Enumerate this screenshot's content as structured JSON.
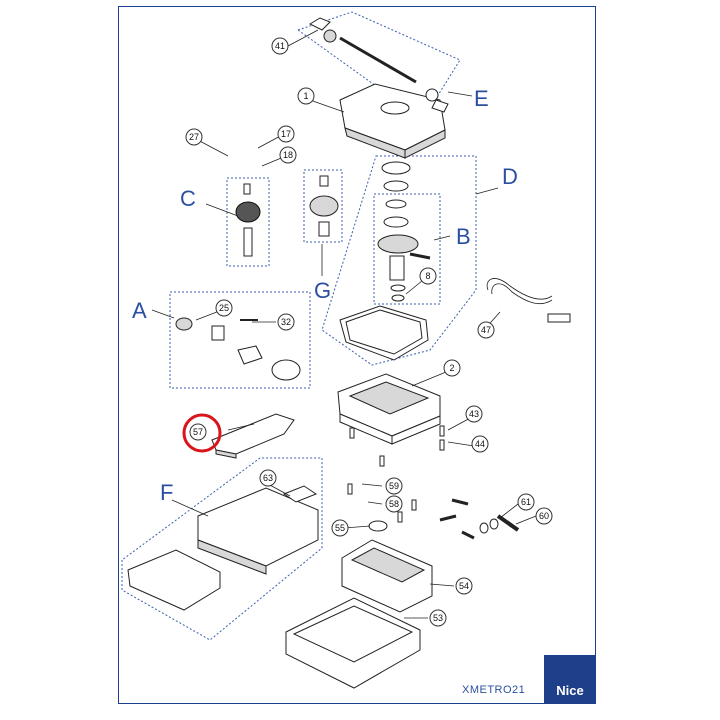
{
  "drawing_code": "XMETRO21",
  "brand": "Nice",
  "group_letters": [
    "A",
    "B",
    "C",
    "D",
    "E",
    "F",
    "G"
  ],
  "callouts": [
    "1",
    "2",
    "8",
    "17",
    "18",
    "25",
    "27",
    "32",
    "41",
    "43",
    "44",
    "47",
    "53",
    "54",
    "55",
    "57",
    "58",
    "59",
    "60",
    "61",
    "63"
  ],
  "highlighted_callout": "57",
  "colors": {
    "frame": "#1a3f8f",
    "group_letter": "#2a4fa0",
    "highlight": "#d9141b",
    "brand_box": "#1e3f8a"
  }
}
